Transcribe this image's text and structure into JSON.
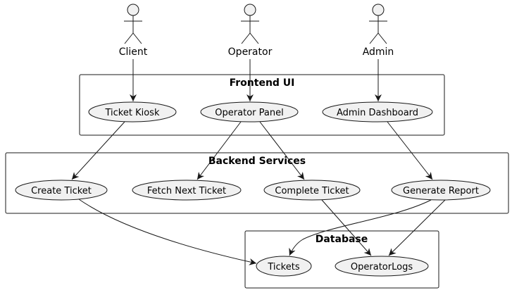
{
  "colors": {
    "usecase_fill": "#f1f1f1",
    "stroke": "#181818",
    "background": "#ffffff"
  },
  "actors": {
    "client": "Client",
    "operator": "Operator",
    "admin": "Admin"
  },
  "packages": {
    "frontend": "Frontend UI",
    "backend": "Backend Services",
    "database": "Database"
  },
  "usecases": {
    "ticket_kiosk": "Ticket Kiosk",
    "operator_panel": "Operator Panel",
    "admin_dashboard": "Admin Dashboard",
    "create_ticket": "Create Ticket",
    "fetch_next_ticket": "Fetch Next Ticket",
    "complete_ticket": "Complete Ticket",
    "generate_report": "Generate Report",
    "tickets": "Tickets",
    "operator_logs": "OperatorLogs"
  }
}
